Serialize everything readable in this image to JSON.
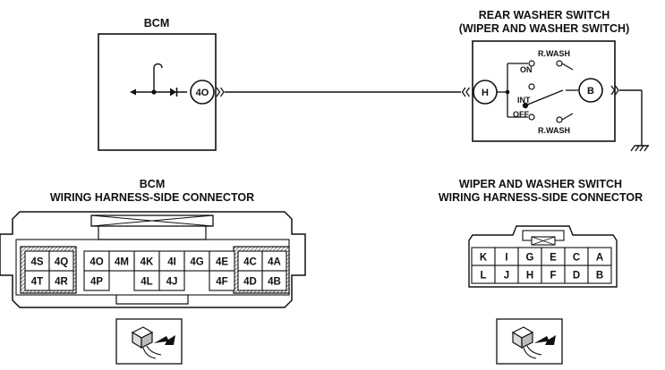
{
  "schematic": {
    "bcm_label": "BCM",
    "bcm_terminal": "4O",
    "switch_title_line1": "REAR WASHER SWITCH",
    "switch_title_line2": "(WIPER AND WASHER SWITCH)",
    "switch_terminal_h": "H",
    "switch_terminal_b": "B",
    "switch_positions": {
      "rwash_top": "R.WASH",
      "on": "ON",
      "int": "INT",
      "off": "OFF",
      "rwash_bottom": "R.WASH"
    }
  },
  "bcm_connector": {
    "title_line1": "BCM",
    "title_line2": "WIRING HARNESS-SIDE CONNECTOR",
    "left_block": {
      "top": [
        "4S",
        "4Q"
      ],
      "bottom": [
        "4T",
        "4R"
      ]
    },
    "middle_top": [
      "4O",
      "4M",
      "4K",
      "4I",
      "4G",
      "4E"
    ],
    "middle_bottom_left": [
      "4P"
    ],
    "middle_bottom_center": [
      "4L",
      "4J"
    ],
    "middle_bottom_right": [
      "4F"
    ],
    "right_block": {
      "top": [
        "4C",
        "4A"
      ],
      "bottom": [
        "4D",
        "4B"
      ]
    }
  },
  "wiper_connector": {
    "title_line1": "WIPER AND WASHER SWITCH",
    "title_line2": "WIRING HARNESS-SIDE CONNECTOR",
    "top_row": [
      "K",
      "I",
      "G",
      "E",
      "C",
      "A"
    ],
    "bottom_row": [
      "L",
      "J",
      "H",
      "F",
      "D",
      "B"
    ]
  }
}
